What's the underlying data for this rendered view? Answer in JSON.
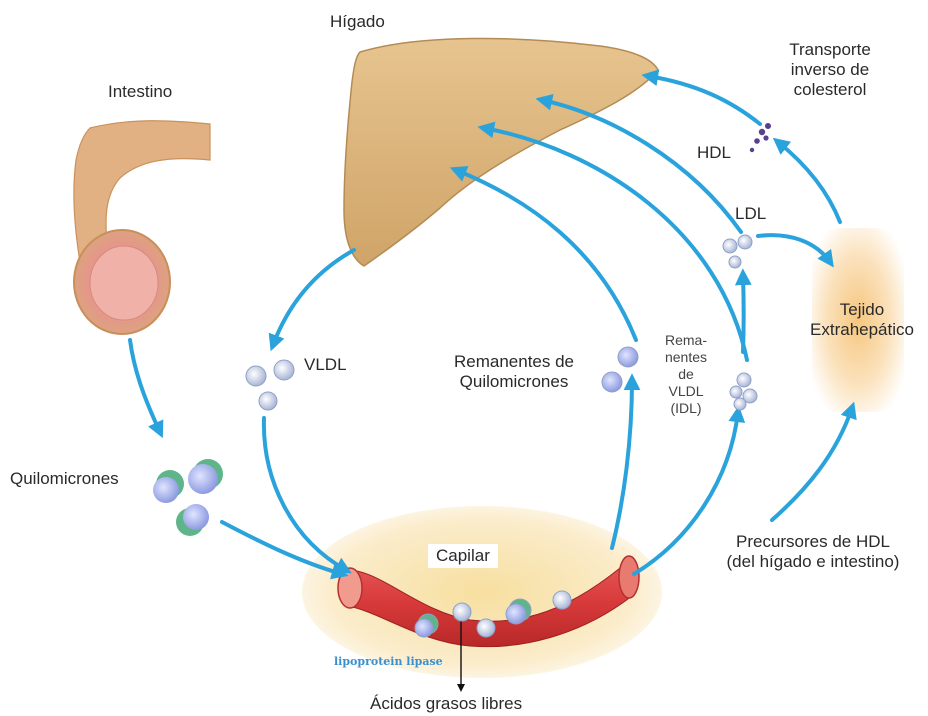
{
  "labels": {
    "liver": "Hígado",
    "intestine": "Intestino",
    "reverse_transport": [
      "Transporte",
      "inverso de",
      "colesterol"
    ],
    "hdl": "HDL",
    "ldl": "LDL",
    "extrahepatic": [
      "Tejido",
      "Extrahepático"
    ],
    "vldl": "VLDL",
    "chylomicron_remnants": [
      "Remanentes de",
      "Quilomicrones"
    ],
    "vldl_remnants": [
      "Rema-",
      "nentes",
      "de",
      "VLDL",
      "(IDL)"
    ],
    "chylomicrons": "Quilomicrones",
    "capillary": "Capilar",
    "hdl_precursors": [
      "Precursores de HDL",
      "(del hígado  e intestino)"
    ],
    "lipase": "lipoprotein lipase",
    "free_fatty_acids": "Ácidos grasos libres"
  },
  "colors": {
    "arrow": "#2aa3dc",
    "liver": "#d9b27a",
    "vessel": "#d83a3a",
    "particle_blue": "#9aa6e6",
    "particle_green": "#5fb58a",
    "hdl_particle": "#5a3f8c"
  }
}
